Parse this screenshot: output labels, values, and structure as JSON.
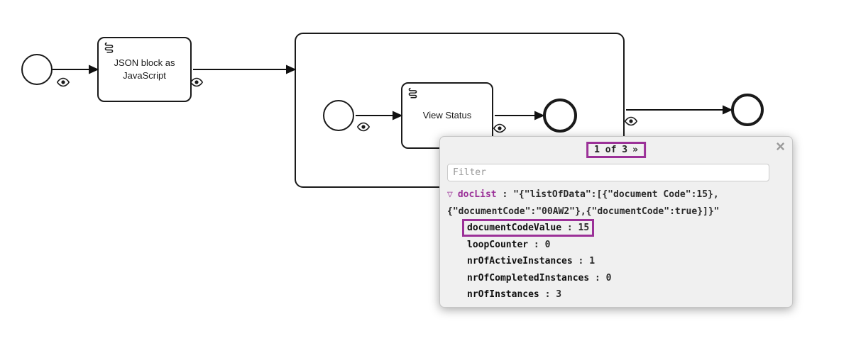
{
  "colors": {
    "highlight_purple": "#9b3198",
    "panel_background": "#f0f0f0"
  },
  "diagram": {
    "task_json_label": "JSON block as JavaScript",
    "task_view_status_label": "View Status"
  },
  "panel": {
    "pagination_pages": "1 of 3",
    "pagination_next": "»",
    "close_label": "×",
    "filter_placeholder": "Filter",
    "separator": " : ",
    "expander": "▽",
    "variables": [
      {
        "name": "docList",
        "value": "\"{\"listOfData\":[{\"document Code\":15},{\"documentCode\":\"00AW2\"},{\"documentCode\":true}]}\""
      },
      {
        "name": "documentCodeValue",
        "value": "15"
      },
      {
        "name": "loopCounter",
        "value": "0"
      },
      {
        "name": "nrOfActiveInstances",
        "value": "1"
      },
      {
        "name": "nrOfCompletedInstances",
        "value": "0"
      },
      {
        "name": "nrOfInstances",
        "value": "3"
      }
    ]
  }
}
